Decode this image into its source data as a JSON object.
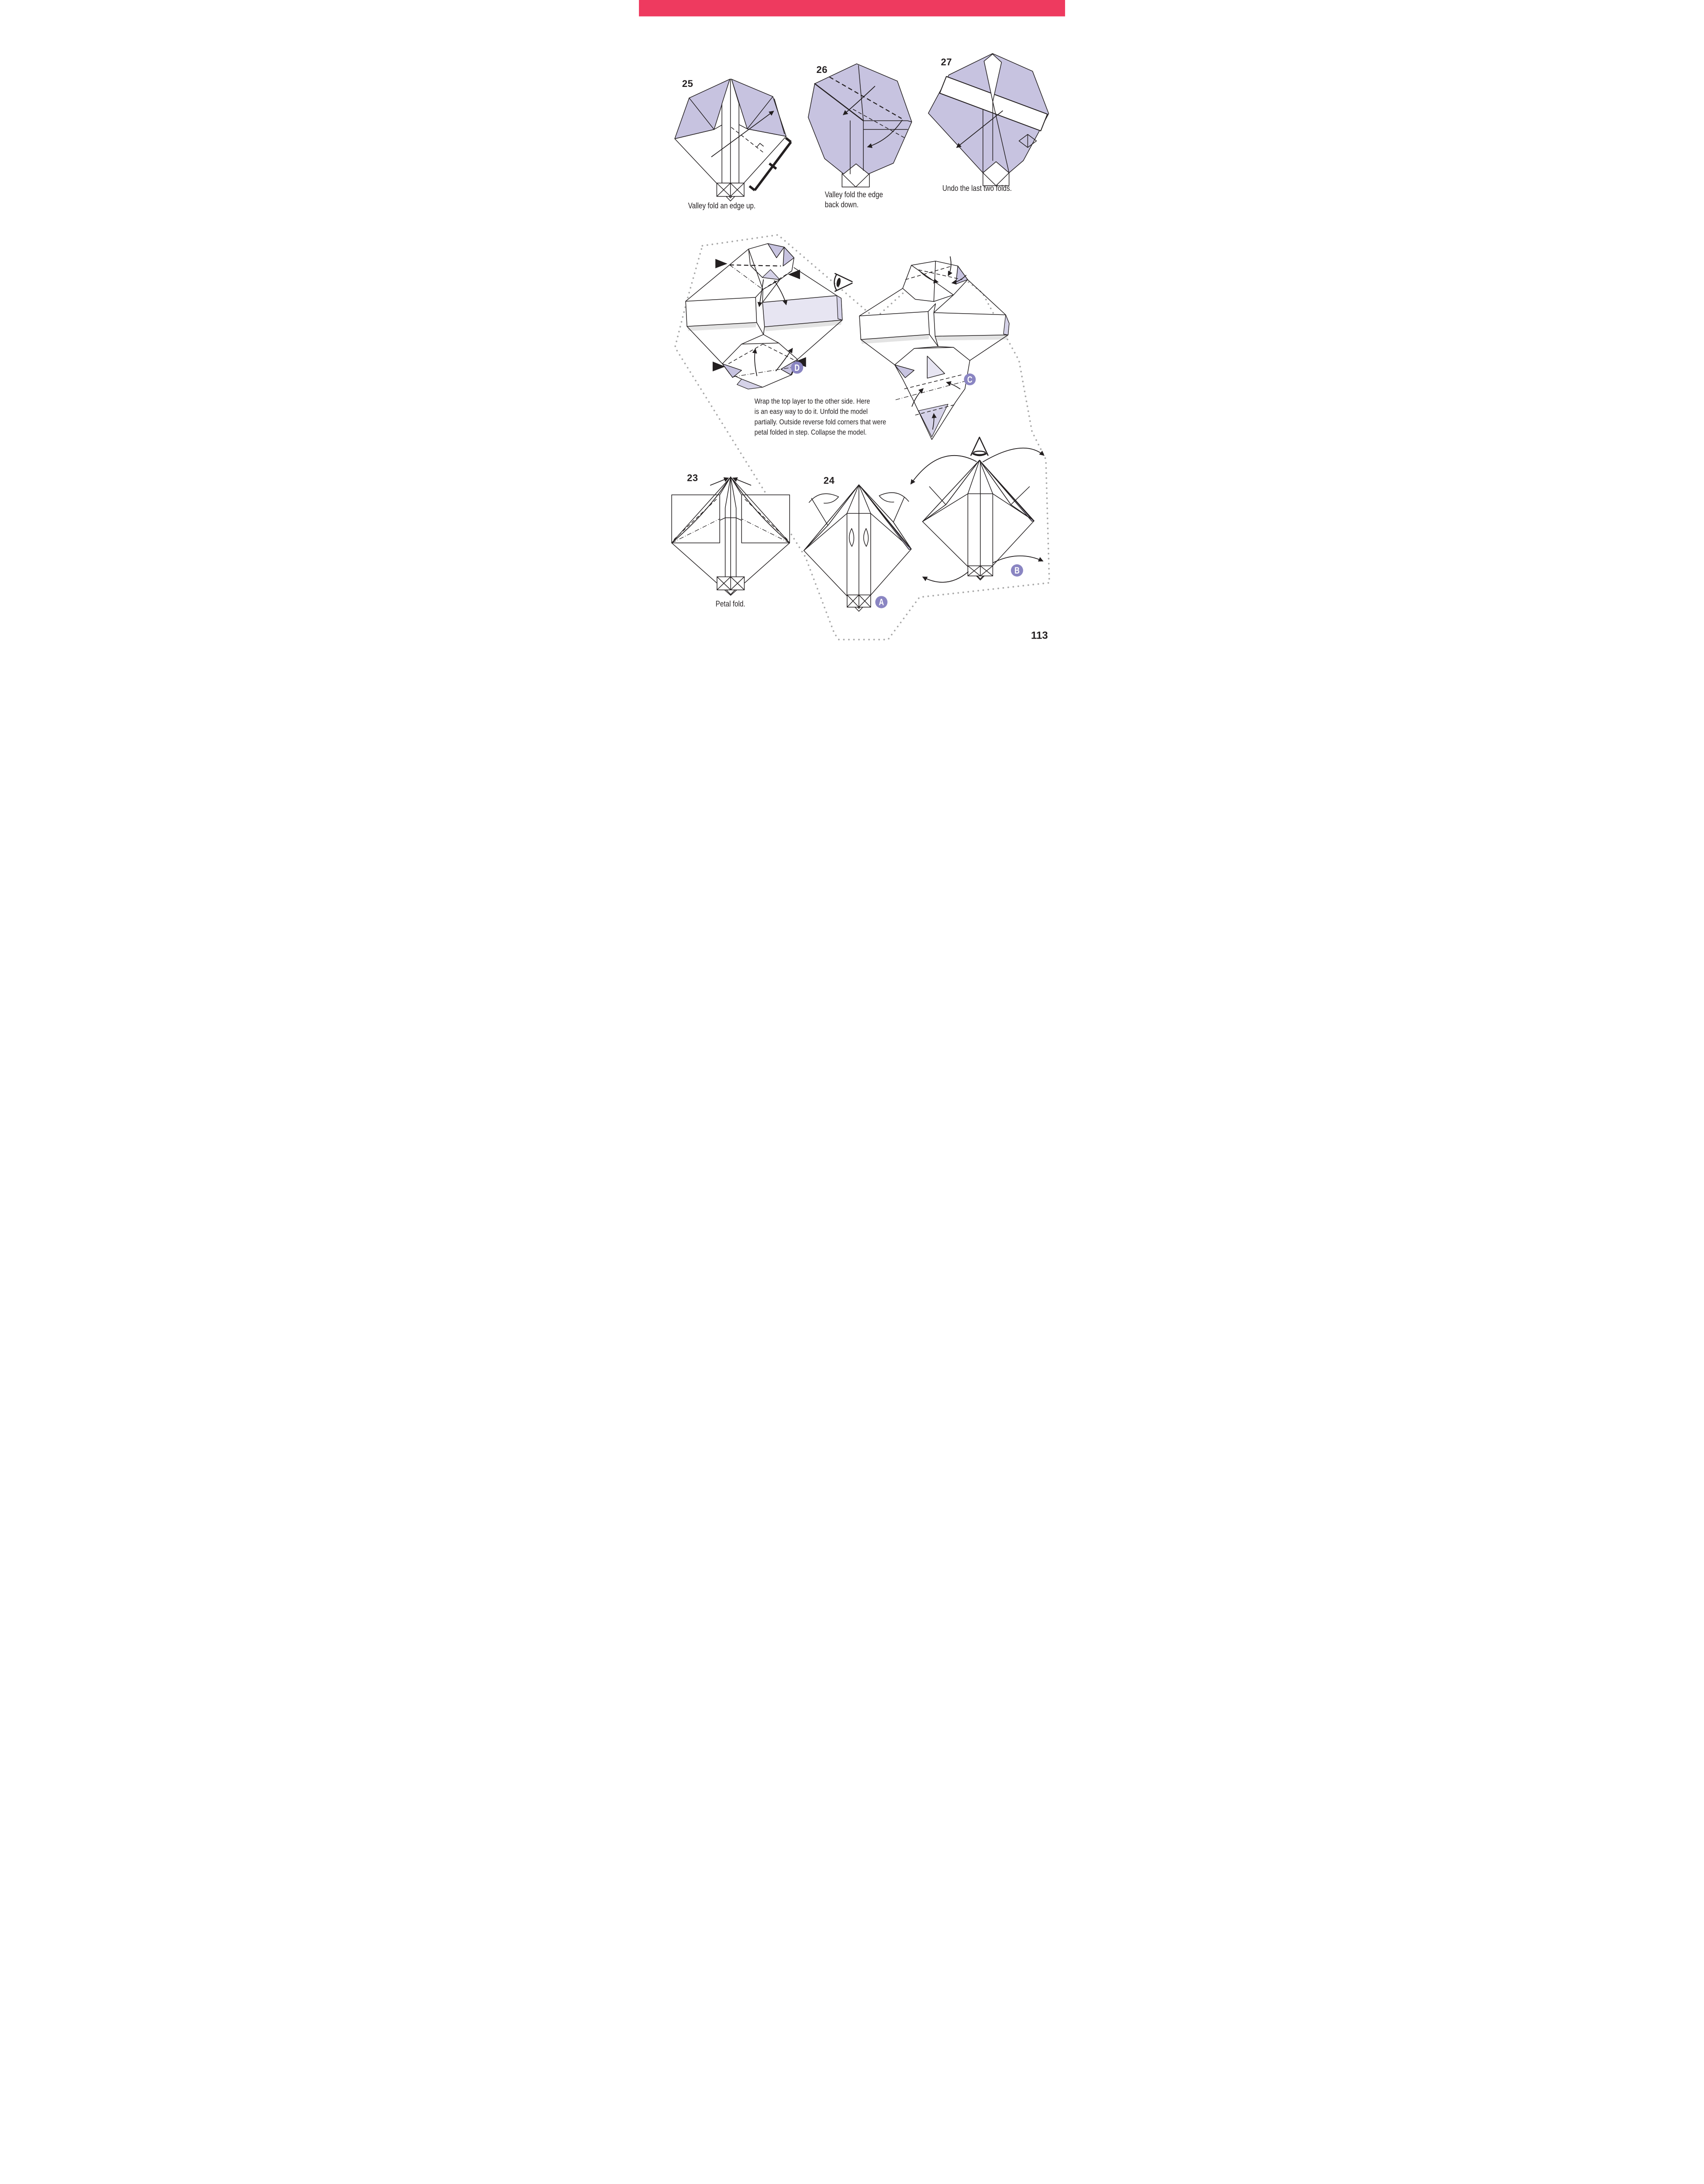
{
  "page_number": "113",
  "steps": {
    "s23": {
      "number": "23",
      "caption": "Petal fold."
    },
    "s24": {
      "number": "24"
    },
    "s25": {
      "number": "25",
      "caption": "Valley fold an edge up."
    },
    "s26": {
      "number": "26",
      "caption_line1": "Valley fold the edge",
      "caption_line2": "back down."
    },
    "s27": {
      "number": "27",
      "caption": "Undo the last two folds."
    }
  },
  "instruction": {
    "line1": "Wrap the top layer to the other side. Here",
    "line2": "is an easy way to do it. Unfold the model",
    "line3": "partially. Outside reverse fold corners that were",
    "line4": "petal folded in step. Collapse the model.",
    "attached_to": "D"
  },
  "badges": {
    "A": "A",
    "B": "B",
    "C": "C",
    "D": "D"
  },
  "colors": {
    "accent_bar": "#ee3a5f",
    "paper_shade": "#c7c3e0",
    "badge": "#8a85c2",
    "dotted_outline": "#a8a8a8",
    "ink": "#231f20"
  }
}
